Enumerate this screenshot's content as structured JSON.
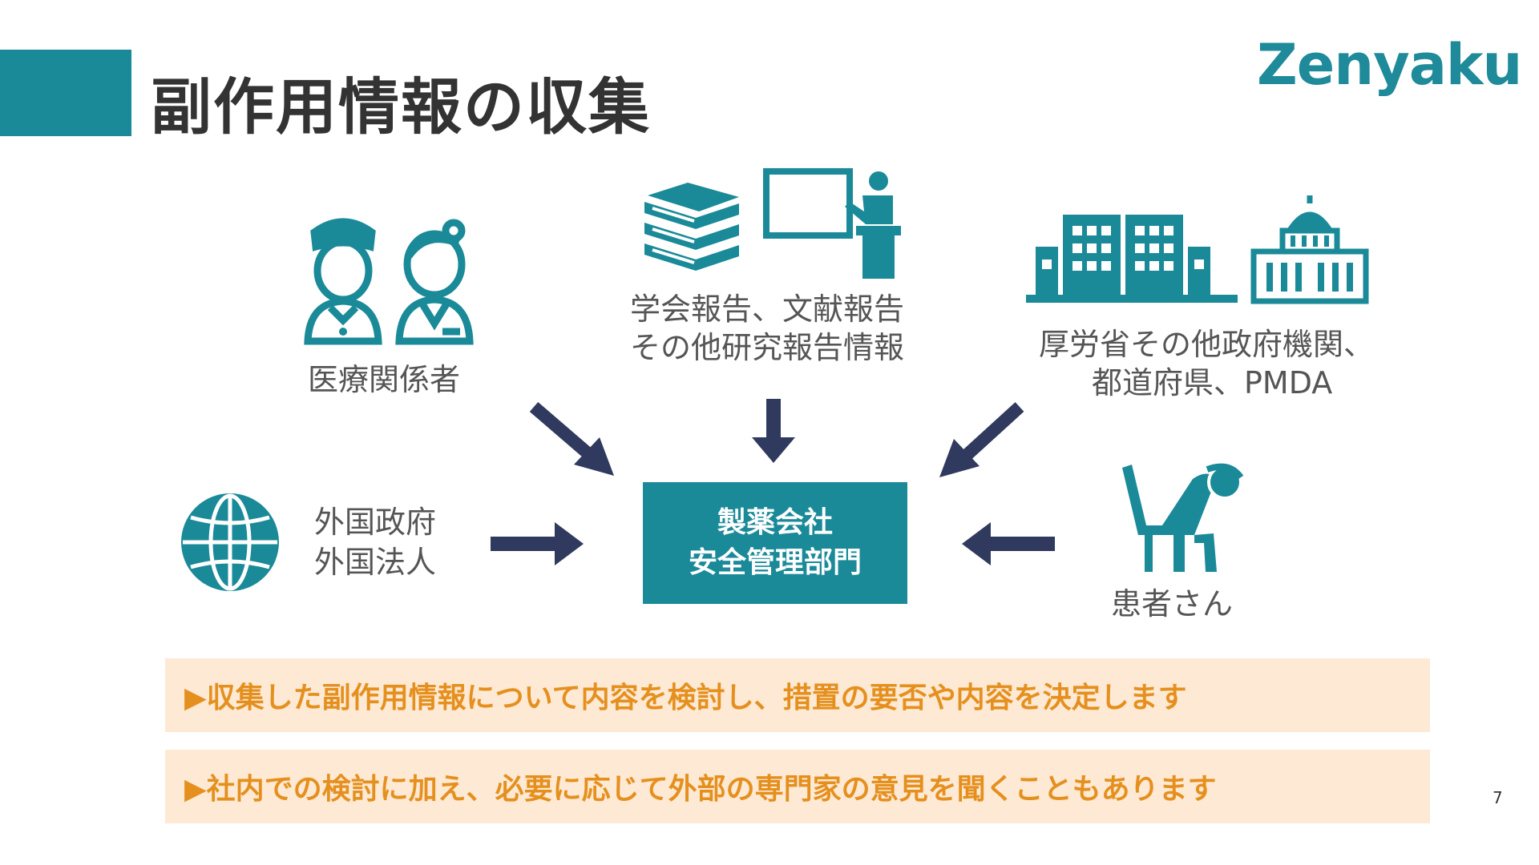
{
  "header": {
    "title": "副作用情報の収集",
    "logo_text": "Zenyaku"
  },
  "sources": {
    "medical": "医療関係者",
    "academic": [
      "学会報告、文献報告",
      "その他研究報告情報"
    ],
    "government": [
      "厚労省その他政府機関、",
      "都道府県、PMDA"
    ],
    "foreign": [
      "外国政府",
      "外国法人"
    ],
    "patient": "患者さん"
  },
  "center": {
    "lines": [
      "製薬会社",
      "安全管理部門"
    ]
  },
  "notes": [
    "▶収集した副作用情報について内容を検討し、措置の要否や内容を決定します",
    "▶社内での検討に加え、必要に応じて外部の専門家の意見を聞くこともあります"
  ],
  "page_number": "7",
  "colors": {
    "teal": "#1a8a99",
    "arrow": "#2f3a5e",
    "note_bg": "#fde9d4",
    "note_text": "#e5901e"
  },
  "icons": [
    "nurse-icon",
    "doctor-icon",
    "books-icon",
    "presenter-icon",
    "office-building-icon",
    "government-building-icon",
    "globe-icon",
    "distressed-patient-icon"
  ]
}
